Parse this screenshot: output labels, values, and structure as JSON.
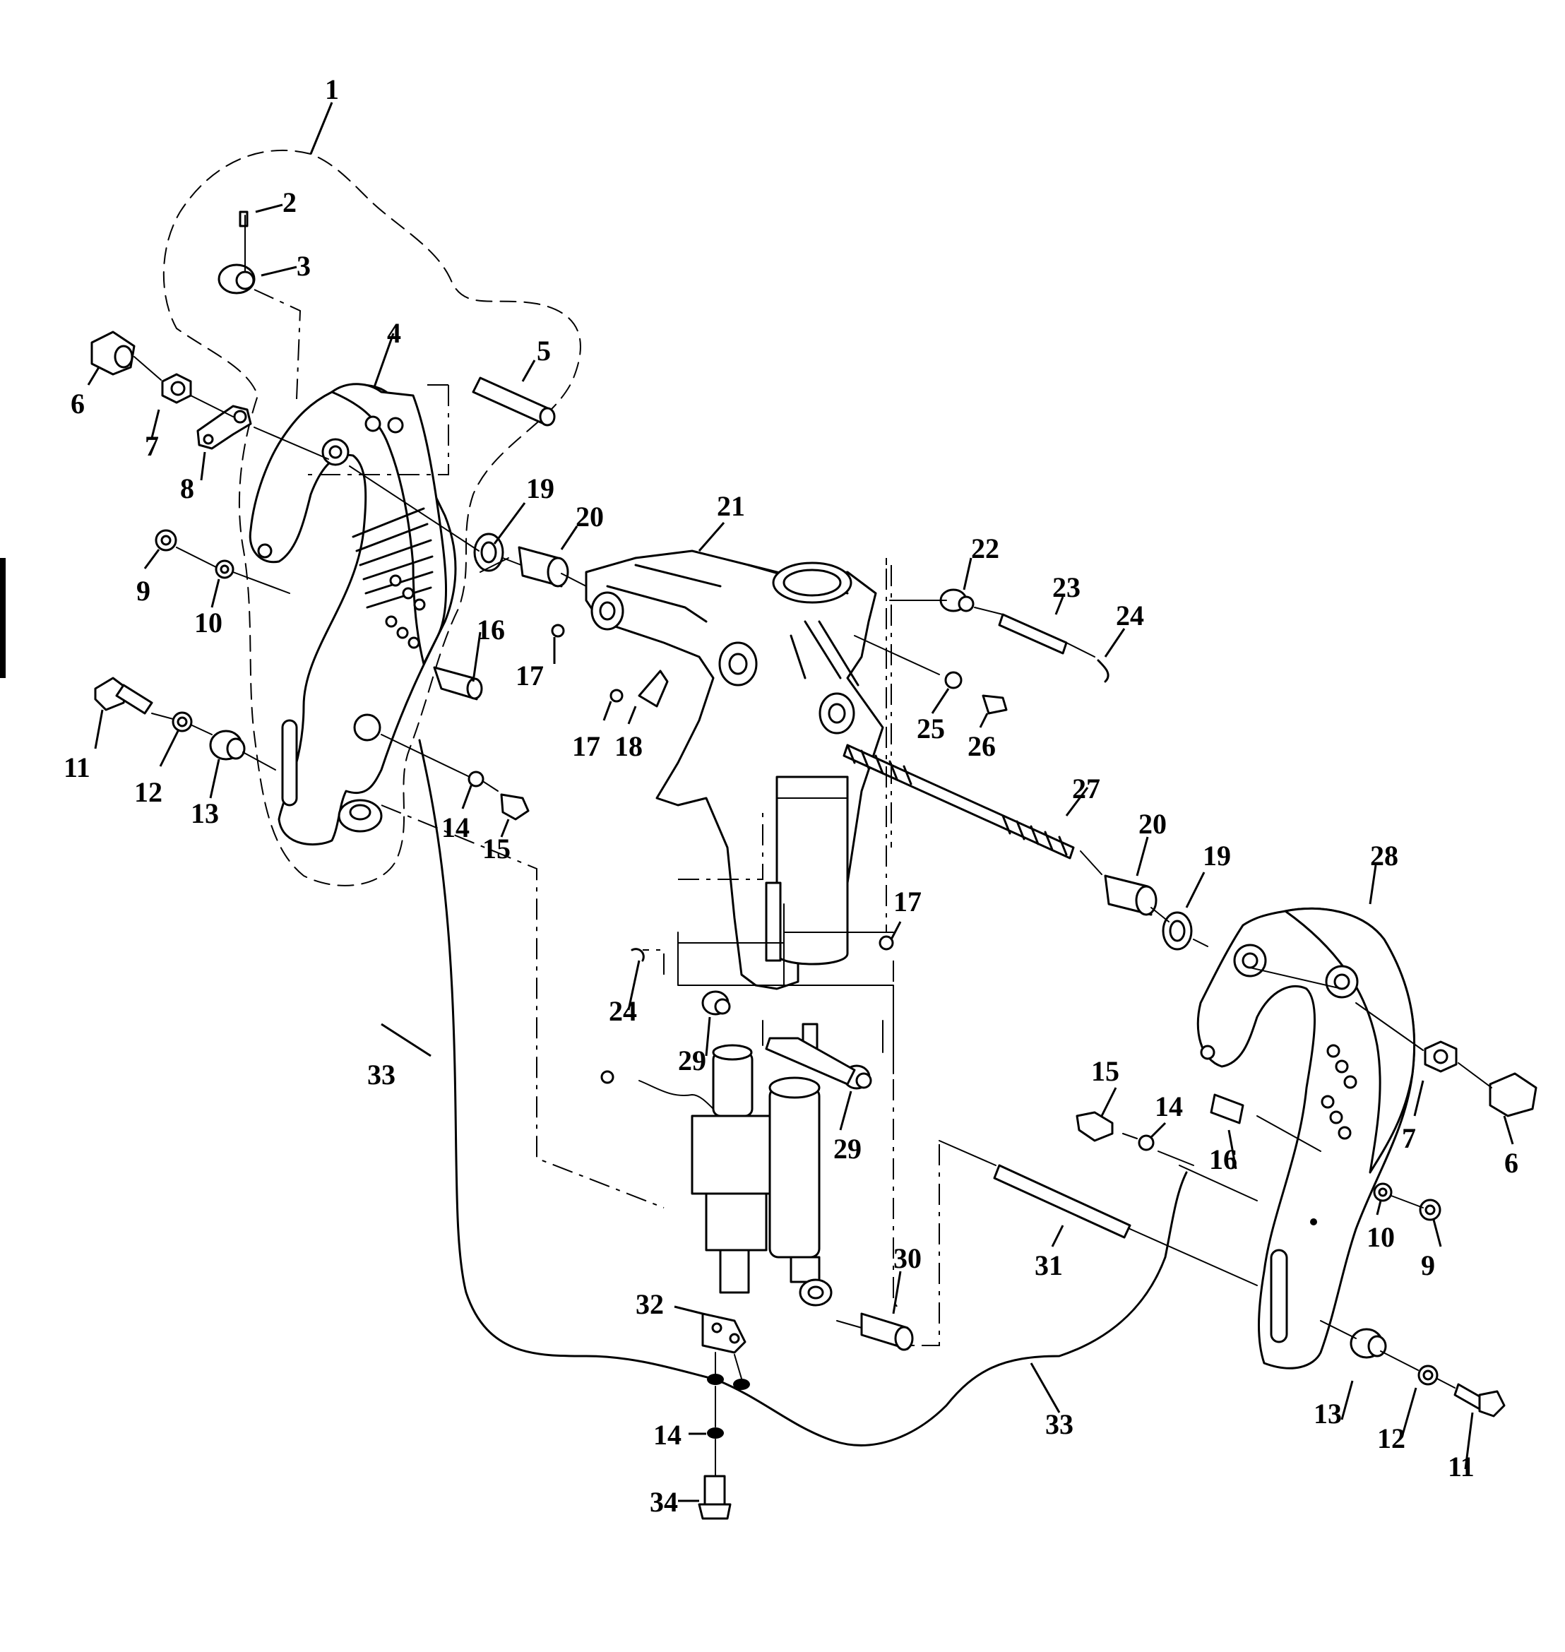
{
  "diagram": {
    "callouts": [
      {
        "id": "c1",
        "label": "1"
      },
      {
        "id": "c2",
        "label": "2"
      },
      {
        "id": "c3",
        "label": "3"
      },
      {
        "id": "c4",
        "label": "4"
      },
      {
        "id": "c5",
        "label": "5"
      },
      {
        "id": "c6a",
        "label": "6"
      },
      {
        "id": "c6b",
        "label": "6"
      },
      {
        "id": "c7a",
        "label": "7"
      },
      {
        "id": "c7b",
        "label": "7"
      },
      {
        "id": "c8",
        "label": "8"
      },
      {
        "id": "c9a",
        "label": "9"
      },
      {
        "id": "c9b",
        "label": "9"
      },
      {
        "id": "c10a",
        "label": "10"
      },
      {
        "id": "c10b",
        "label": "10"
      },
      {
        "id": "c11a",
        "label": "11"
      },
      {
        "id": "c11b",
        "label": "11"
      },
      {
        "id": "c12a",
        "label": "12"
      },
      {
        "id": "c12b",
        "label": "12"
      },
      {
        "id": "c13a",
        "label": "13"
      },
      {
        "id": "c13b",
        "label": "13"
      },
      {
        "id": "c14a",
        "label": "14"
      },
      {
        "id": "c14b",
        "label": "14"
      },
      {
        "id": "c14c",
        "label": "14"
      },
      {
        "id": "c15a",
        "label": "15"
      },
      {
        "id": "c15b",
        "label": "15"
      },
      {
        "id": "c16a",
        "label": "16"
      },
      {
        "id": "c16b",
        "label": "16"
      },
      {
        "id": "c17a",
        "label": "17"
      },
      {
        "id": "c17b",
        "label": "17"
      },
      {
        "id": "c17c",
        "label": "17"
      },
      {
        "id": "c18",
        "label": "18"
      },
      {
        "id": "c19a",
        "label": "19"
      },
      {
        "id": "c19b",
        "label": "19"
      },
      {
        "id": "c20a",
        "label": "20"
      },
      {
        "id": "c20b",
        "label": "20"
      },
      {
        "id": "c21",
        "label": "21"
      },
      {
        "id": "c22",
        "label": "22"
      },
      {
        "id": "c23",
        "label": "23"
      },
      {
        "id": "c24a",
        "label": "24"
      },
      {
        "id": "c24b",
        "label": "24"
      },
      {
        "id": "c25",
        "label": "25"
      },
      {
        "id": "c26",
        "label": "26"
      },
      {
        "id": "c27",
        "label": "27"
      },
      {
        "id": "c28",
        "label": "28"
      },
      {
        "id": "c29a",
        "label": "29"
      },
      {
        "id": "c29b",
        "label": "29"
      },
      {
        "id": "c30",
        "label": "30"
      },
      {
        "id": "c31",
        "label": "31"
      },
      {
        "id": "c32",
        "label": "32"
      },
      {
        "id": "c33a",
        "label": "33"
      },
      {
        "id": "c33b",
        "label": "33"
      },
      {
        "id": "c34",
        "label": "34"
      }
    ]
  }
}
